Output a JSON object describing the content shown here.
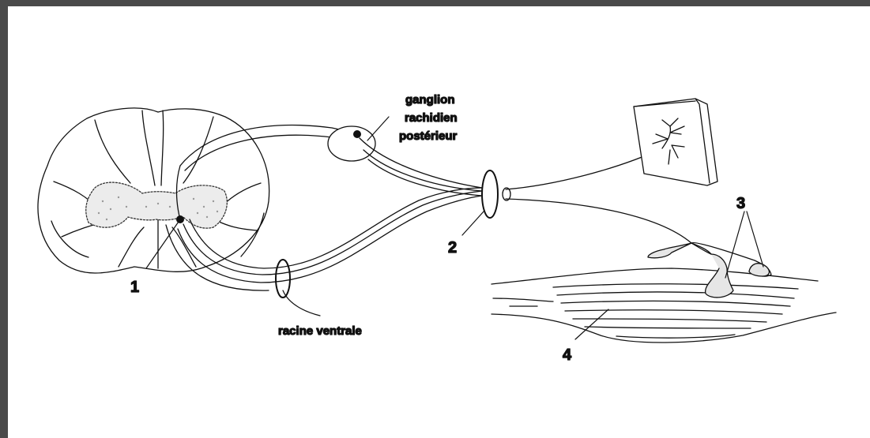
{
  "labels": {
    "ganglion_line1": "ganglion",
    "ganglion_line2": "rachidien",
    "ganglion_line3": "postérieur",
    "ventral_root": "racine ventrale",
    "n1": "1",
    "n2": "2",
    "n3": "3",
    "n4": "4"
  },
  "colors": {
    "background": "#4a4a4a",
    "paper": "#ffffff",
    "ink": "#111111"
  }
}
